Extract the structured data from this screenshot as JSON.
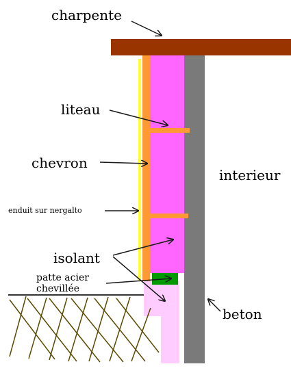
{
  "labels": {
    "charpente": "charpente",
    "liteau": "liteau",
    "chevron": "chevron",
    "enduit": "enduit sur nergalto",
    "isolant": "isolant",
    "patte_line1": "patte acier",
    "patte_line2": "chevillée",
    "interieur": "interieur",
    "beton": "beton"
  },
  "colors": {
    "charpente": "#993300",
    "isolant": "#ff66ff",
    "isolant_lower": "#ffccff",
    "chevron_liteau": "#ff9933",
    "enduit": "#ffff33",
    "beton": "#7a7a7a",
    "patte": "#009900",
    "ground_hatch": "#5a4a00",
    "arrow": "#1a1a1a"
  }
}
